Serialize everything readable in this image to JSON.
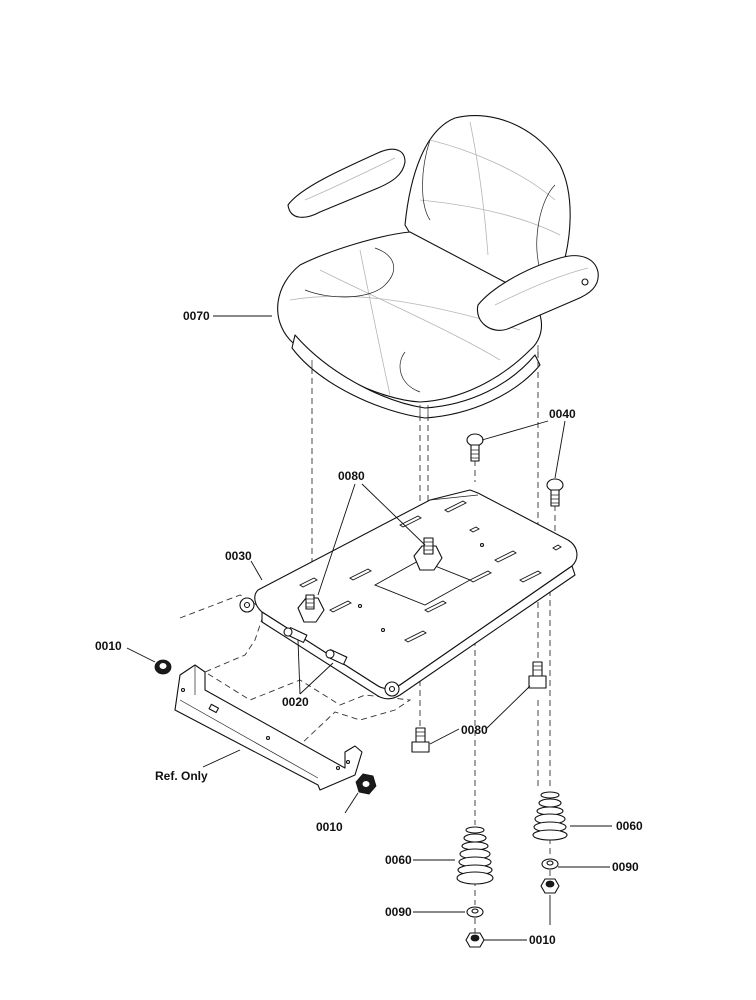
{
  "labels": {
    "seat": "0070",
    "carriage_bolts": "0040",
    "bushings": "0080",
    "seat_pan": "0030",
    "pivot_pins": "0020",
    "lower_bolts": "0080",
    "nut_left": "0010",
    "nut_right": "0010",
    "bracket_ref": "Ref. Only",
    "spring_left": "0060",
    "spring_right": "0060",
    "washer_left": "0090",
    "washer_right": "0090",
    "nut_bottom_left": "0010",
    "nut_bottom_right": "0010"
  }
}
